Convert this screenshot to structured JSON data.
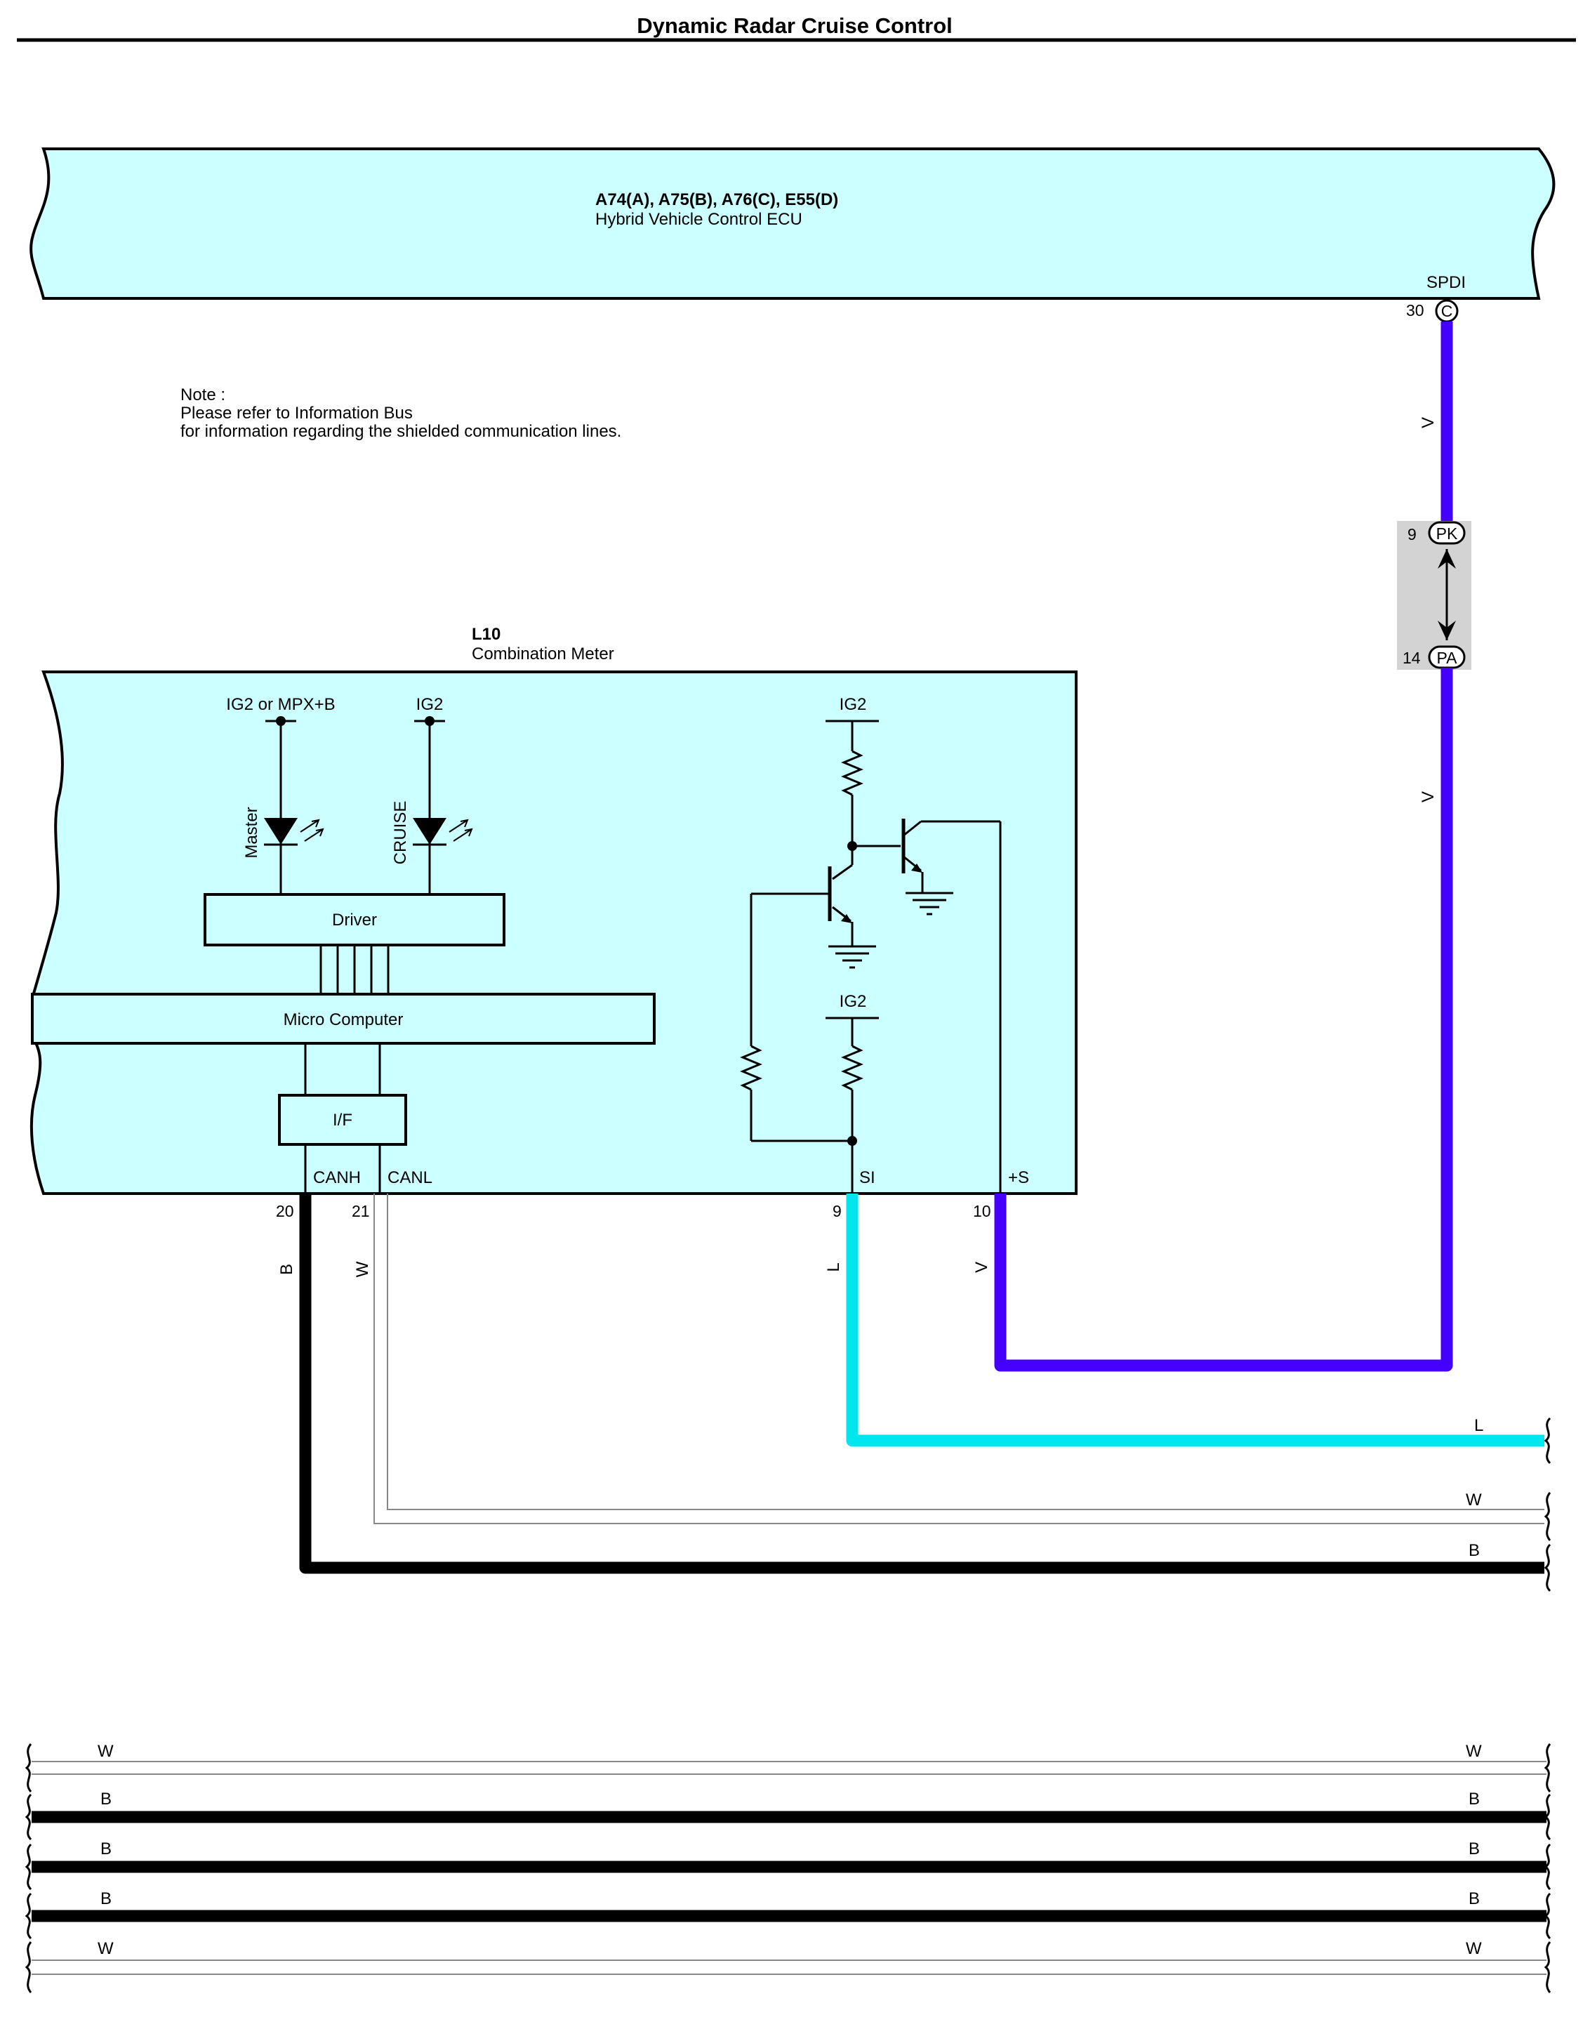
{
  "title": "Dynamic Radar Cruise Control",
  "ecu": {
    "connectors": "A74(A), A75(B), A76(C), E55(D)",
    "name": "Hybrid Vehicle Control ECU",
    "terminal_name": "SPDI",
    "terminal_pin": "30",
    "terminal_conn": "C"
  },
  "note": {
    "line1": "Note :",
    "line2": "Please refer to Information Bus",
    "line3": "for information regarding the shielded communication lines."
  },
  "junction": {
    "upper_pin": "9",
    "upper_conn": "PK",
    "lower_pin": "14",
    "lower_conn": "PA"
  },
  "meter": {
    "code": "L10",
    "name": "Combination Meter",
    "supply_left": "IG2 or MPX+B",
    "supply_mid": "IG2",
    "supply_right_top": "IG2",
    "supply_right_bottom": "IG2",
    "led_master": "Master",
    "led_cruise": "CRUISE",
    "driver": "Driver",
    "micro": "Micro Computer",
    "interface": "I/F",
    "term_canh": "CANH",
    "term_canl": "CANL",
    "term_si": "SI",
    "term_s": "+S",
    "pin_canh": "20",
    "pin_canl": "21",
    "pin_si": "9",
    "pin_s": "10"
  },
  "wire_colors": {
    "ecu_to_pk": "V",
    "pa_down": "V",
    "canh": "B",
    "canl": "W",
    "si": "L",
    "s": "V",
    "out_l": "L",
    "out_w": "W",
    "out_b": "B"
  },
  "bottom_rows": [
    {
      "left": "W",
      "right": "W"
    },
    {
      "left": "B",
      "right": "B"
    },
    {
      "left": "B",
      "right": "B"
    },
    {
      "left": "B",
      "right": "B"
    },
    {
      "left": "W",
      "right": "W"
    }
  ],
  "colors": {
    "V": "#4400ff",
    "L": "#00e6ee",
    "B": "#000000",
    "W": "#888888",
    "component_fill": "#ccffff"
  }
}
